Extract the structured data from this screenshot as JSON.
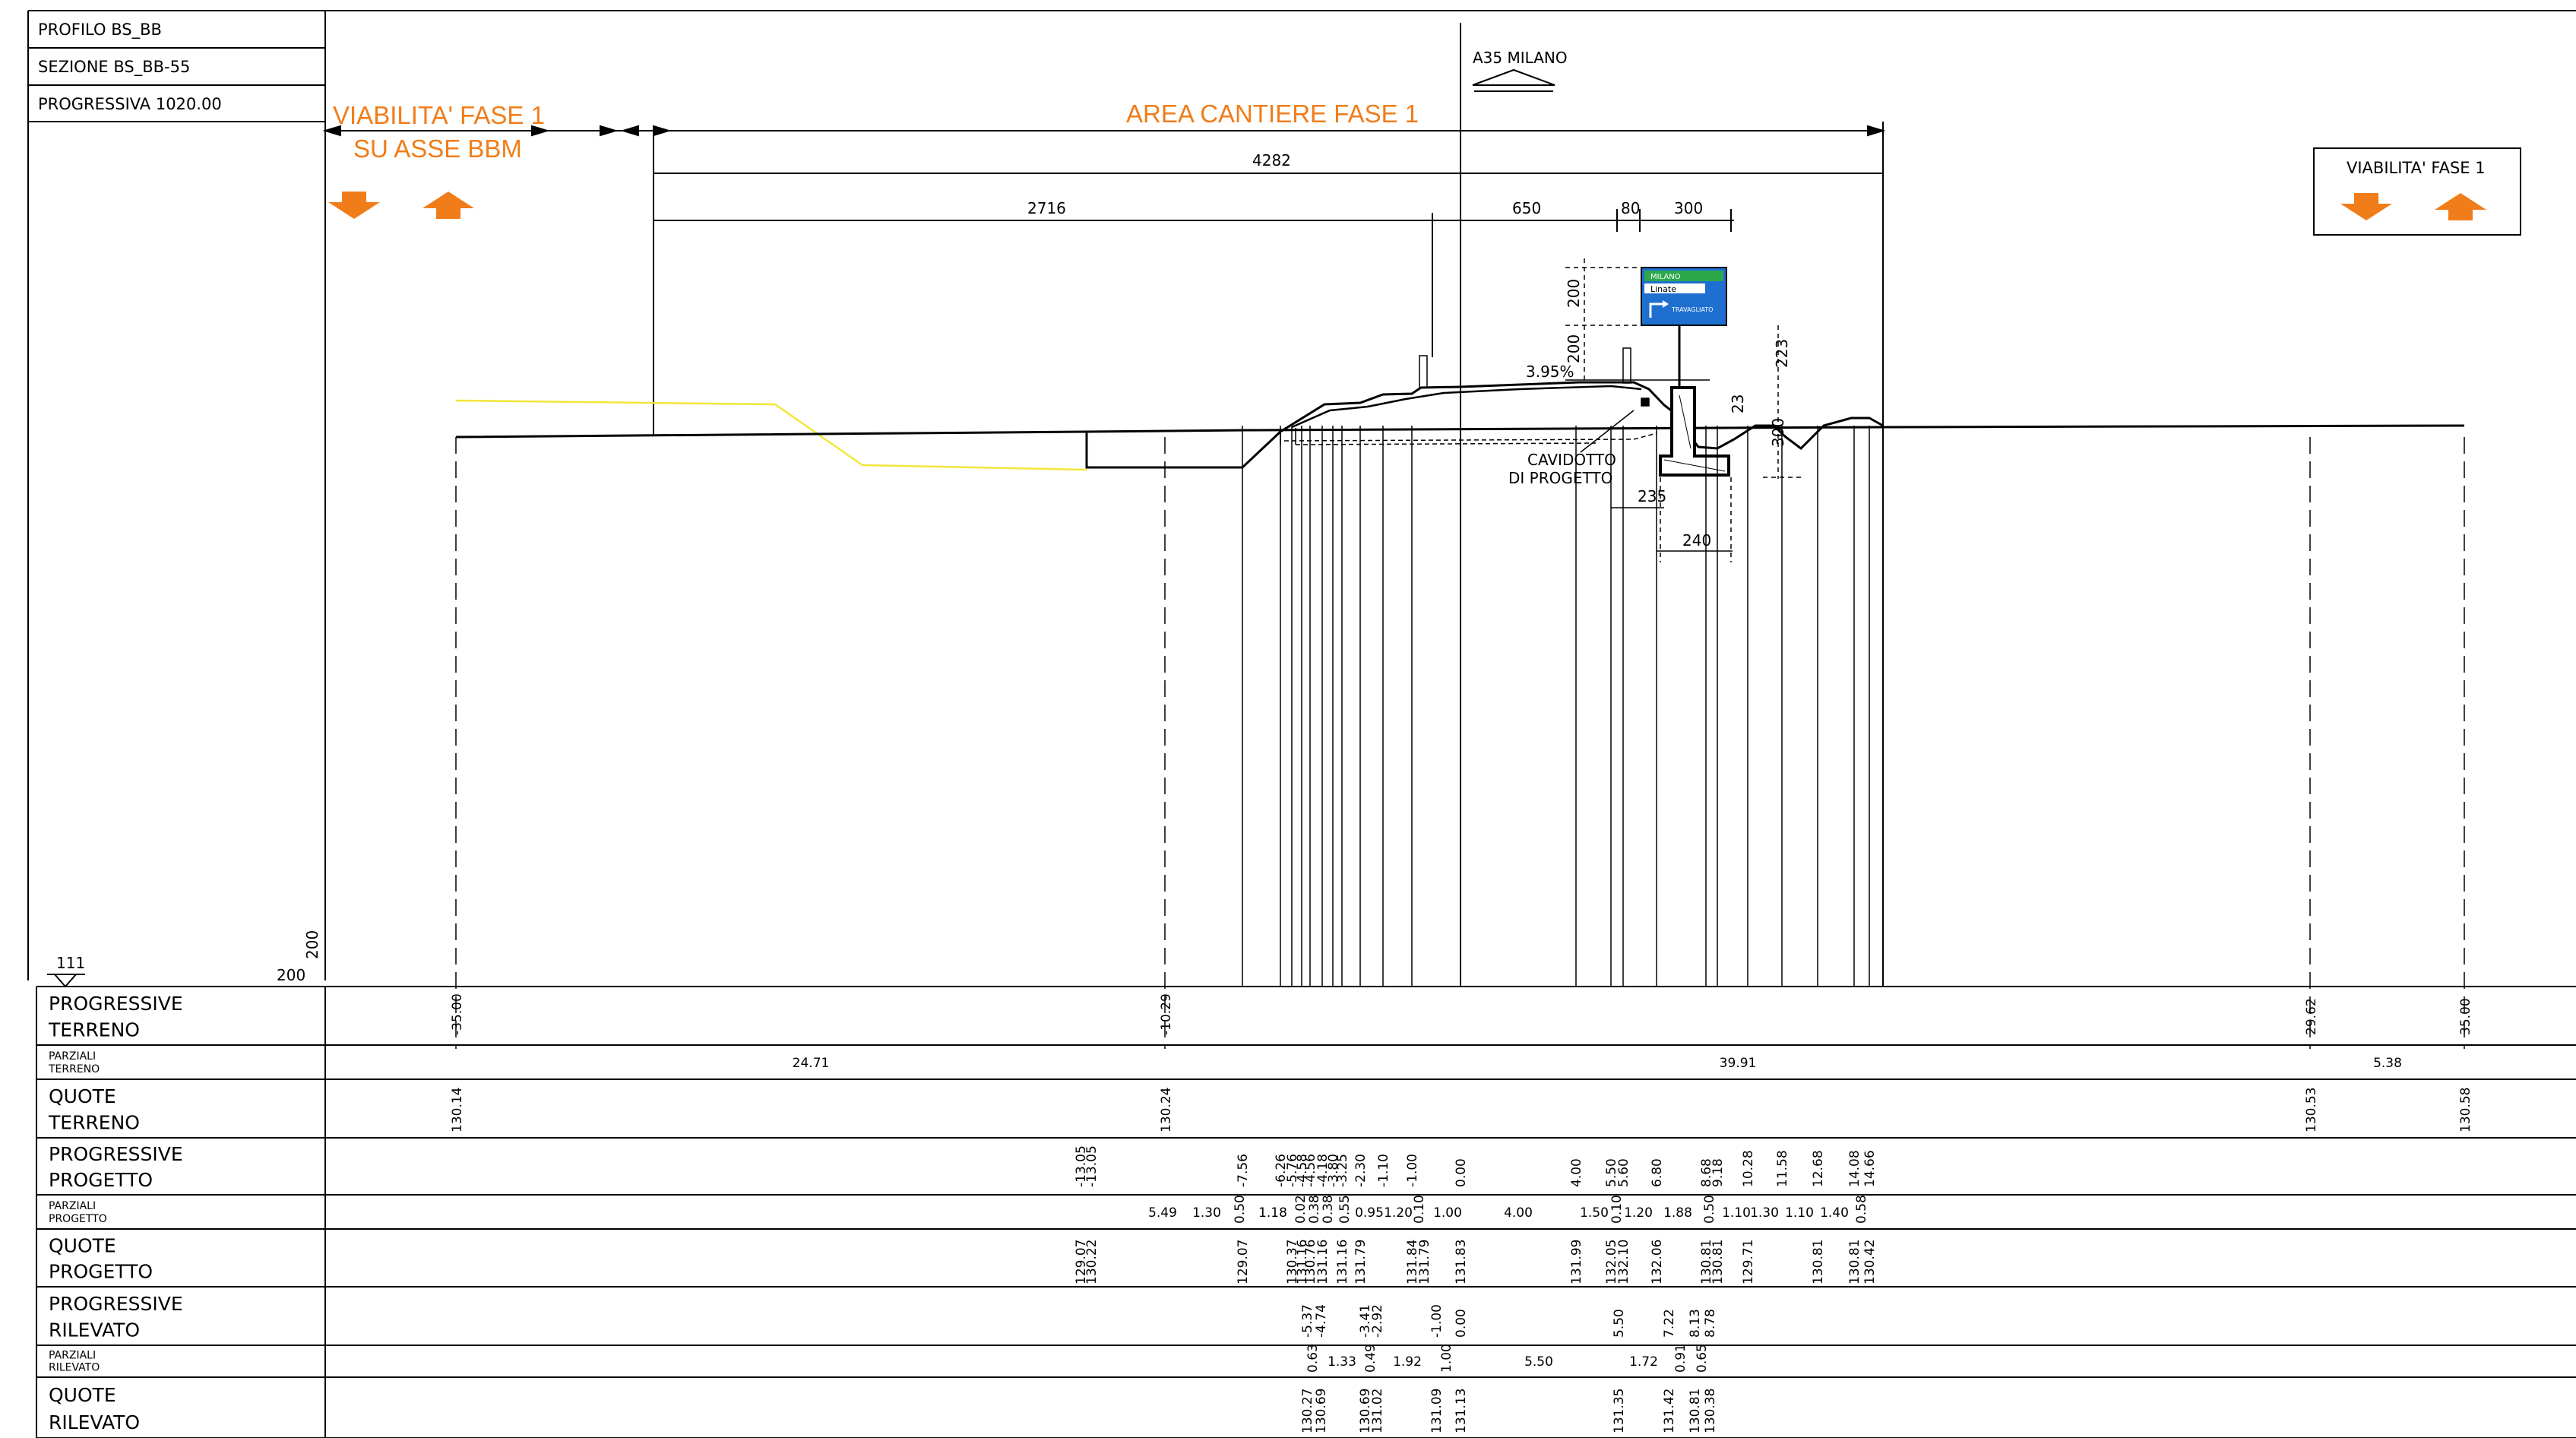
{
  "header": {
    "profilo": "PROFILO   BS_BB",
    "sezione": "SEZIONE   BS_BB-55",
    "progressiva": "PROGRESSIVA    1020.00"
  },
  "labels": {
    "viabilita_left_1": "VIABILITA' FASE 1",
    "viabilita_left_2": "SU ASSE BBM",
    "area_cantiere": "AREA CANTIERE FASE 1",
    "a35": "A35  MILANO",
    "viabilita_right": "VIABILITA' FASE 1",
    "cavidotto_1": "CAVIDOTTO",
    "cavidotto_2": "DI PROGETTO",
    "slope": "3.95%",
    "ref_elev": "111",
    "ref_scale_h": "200",
    "ref_scale_v": "200"
  },
  "sign": {
    "line1": "MILANO",
    "line2": "Linate",
    "line3": "TRAVAGLIATO"
  },
  "colors": {
    "orange": "#f07d1a",
    "yellow": "#f2e63a",
    "sign_blue": "#1f6fd1",
    "sign_green": "#2ca84a"
  },
  "dims": {
    "d4282": "4282",
    "d2716": "2716",
    "d650": "650",
    "d80": "80",
    "d300": "300",
    "d200a": "200",
    "d200b": "200",
    "d223": "223",
    "d23": "23",
    "d300v": "300",
    "d235": "235",
    "d240": "240"
  },
  "bands": [
    {
      "a": "PROGRESSIVE",
      "b": "TERRENO"
    },
    {
      "a": "PARZIALI",
      "b": "TERRENO",
      "small": true
    },
    {
      "a": "QUOTE",
      "b": "TERRENO"
    },
    {
      "a": "PROGRESSIVE",
      "b": "PROGETTO"
    },
    {
      "a": "PARZIALI",
      "b": "PROGETTO",
      "small": true
    },
    {
      "a": "QUOTE",
      "b": "PROGETTO"
    },
    {
      "a": "PROGRESSIVE",
      "b": "RILEVATO"
    },
    {
      "a": "PARZIALI",
      "b": "RILEVATO",
      "small": true
    },
    {
      "a": "QUOTE",
      "b": "RILEVATO"
    }
  ],
  "terreno": {
    "progressive": [
      "-35.00",
      "-10.29",
      "29.62",
      "35.00"
    ],
    "parziali": [
      "24.71",
      "39.91",
      "5.38"
    ],
    "quote": [
      "130.14",
      "130.24",
      "130.53",
      "130.58"
    ]
  },
  "progetto": {
    "progressive": [
      "-13.05",
      "-13.05",
      "-7.56",
      "-6.26",
      "-5.76",
      "-4.58",
      "-4.56",
      "-4.18",
      "-3.80",
      "-3.25",
      "-2.30",
      "-1.10",
      "-1.00",
      "0.00",
      "4.00",
      "5.50",
      "5.60",
      "6.80",
      "8.68",
      "9.18",
      "10.28",
      "11.58",
      "12.68",
      "14.08",
      "14.66"
    ],
    "parziali": [
      "5.49",
      "1.30",
      "0.50",
      "1.18",
      "0.02",
      "0.38",
      "0.38",
      "0.55",
      "0.95",
      "1.20",
      "0.10",
      "1.00",
      "4.00",
      "1.50",
      "0.10",
      "1.20",
      "1.88",
      "0.50",
      "1.10",
      "1.30",
      "1.10",
      "1.40",
      "0.58"
    ],
    "quote": [
      "129.07",
      "130.22",
      "129.07",
      "130.37",
      "131.16",
      "130.76",
      "131.16",
      "131.16",
      "131.79",
      "131.84",
      "131.79",
      "131.83",
      "131.99",
      "132.05",
      "132.10",
      "132.06",
      "130.81",
      "130.81",
      "129.71",
      "130.81",
      "130.81",
      "130.42"
    ]
  },
  "rilevato": {
    "progressive": [
      "-5.37",
      "-4.74",
      "-3.41",
      "-2.92",
      "-1.00",
      "0.00",
      "5.50",
      "7.22",
      "8.13",
      "8.78"
    ],
    "parziali": [
      "0.63",
      "1.33",
      "0.49",
      "1.92",
      "1.00",
      "5.50",
      "1.72",
      "0.91",
      "0.65"
    ],
    "quote": [
      "130.27",
      "130.69",
      "130.69",
      "131.02",
      "131.09",
      "131.13",
      "131.35",
      "131.42",
      "130.81",
      "130.38"
    ]
  }
}
